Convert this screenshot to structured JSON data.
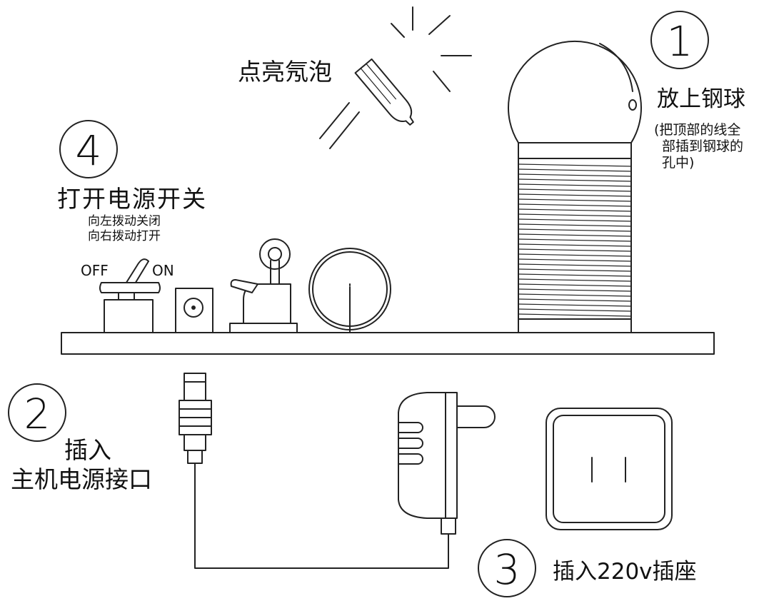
{
  "palette": {
    "line": "#222222",
    "background": "#ffffff",
    "text": "#111111"
  },
  "bulb": {
    "label": "点亮氖泡"
  },
  "step1": {
    "number": "1",
    "title": "放上钢球",
    "note_lines": [
      "(把顶部的线全",
      "部插到钢球的",
      "孔中)"
    ]
  },
  "step2": {
    "number": "2",
    "title_lines": [
      "插入",
      "主机电源接口"
    ]
  },
  "step3": {
    "number": "3",
    "title": "插入220v插座"
  },
  "step4": {
    "number": "4",
    "title": "打开电源开关",
    "hint_lines": [
      "向左拨动关闭",
      "向右拨动打开"
    ]
  },
  "switch": {
    "off_label": "OFF",
    "on_label": "ON"
  },
  "icons": [
    "neon-bulb-icon",
    "steel-ball-icon",
    "coil-icon",
    "toggle-switch-icon",
    "power-jack-icon",
    "spark-gap-icon",
    "capacitor-disc-icon",
    "dc-plug-icon",
    "power-adapter-icon",
    "wall-socket-icon"
  ]
}
